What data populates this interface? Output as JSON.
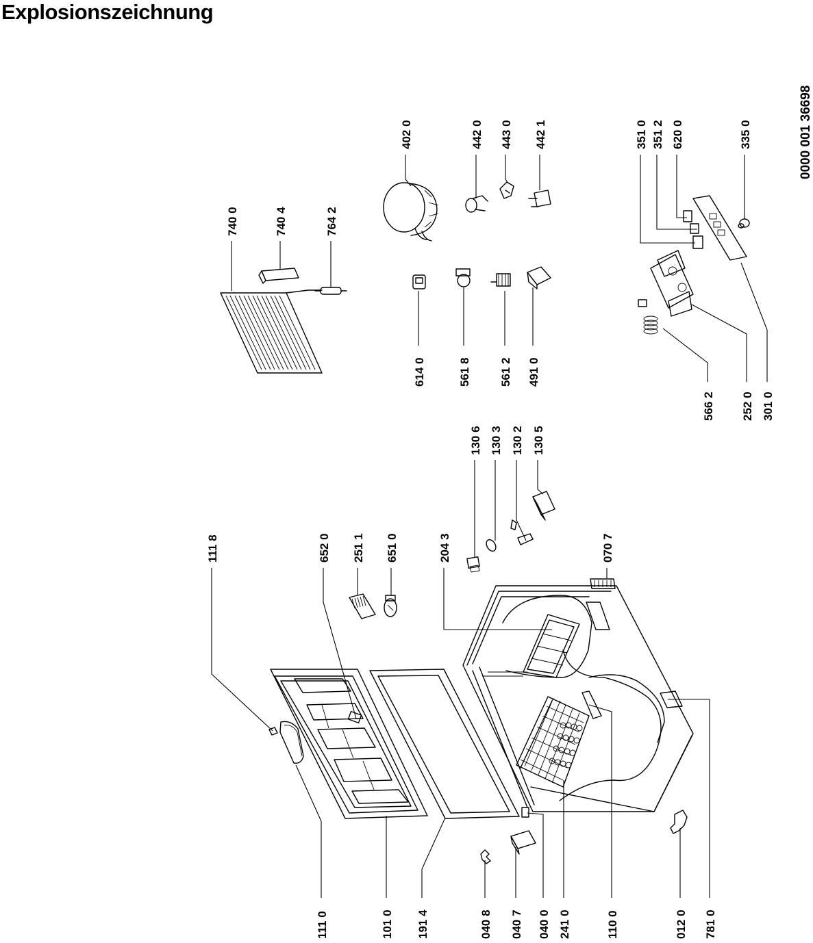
{
  "title": "Explosionszeichnung",
  "document_number": "0000 001 36698",
  "part_labels": {
    "p111_8": "111 8",
    "p652_0": "652 0",
    "p251_1": "251 1",
    "p651_0": "651 0",
    "p204_3": "204 3",
    "p070_7": "070 7",
    "p130_6": "130 6",
    "p130_3": "130 3",
    "p130_2": "130 2",
    "p130_5": "130 5",
    "p740_0": "740 0",
    "p740_4": "740 4",
    "p764_2": "764 2",
    "p614_0": "614 0",
    "p561_8": "561 8",
    "p561_2": "561 2",
    "p491_0": "491 0",
    "p402_0": "402 0",
    "p442_0": "442 0",
    "p443_0": "443 0",
    "p442_1": "442 1",
    "p351_0": "351 0",
    "p351_2": "351 2",
    "p620_0": "620 0",
    "p335_0": "335 0",
    "p566_2": "566 2",
    "p252_0": "252 0",
    "p301_0": "301 0",
    "p111_0": "111 0",
    "p101_0": "101 0",
    "p191_4": "191 4",
    "p040_8": "040 8",
    "p040_7": "040 7",
    "p040_0": "040 0",
    "p241_0": "241 0",
    "p110_0": "110 0",
    "p012_0": "012 0",
    "p781_0": "781 0"
  }
}
